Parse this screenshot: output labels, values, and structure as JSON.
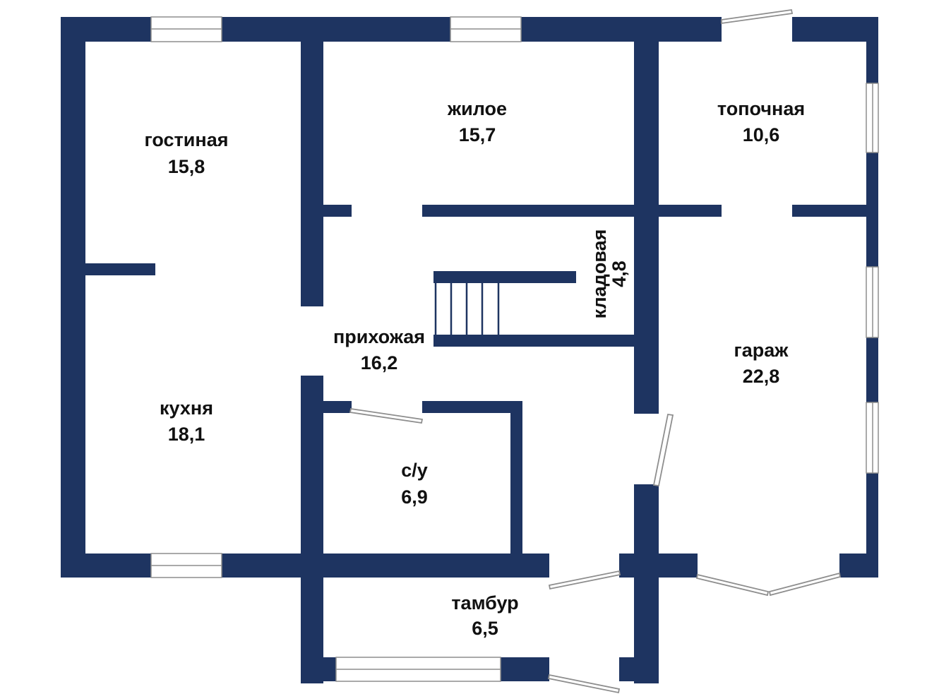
{
  "floor_plan": {
    "colors": {
      "wall": "#1e3461",
      "background": "#ffffff",
      "text": "#111111",
      "opening_outline": "#8e8e8e"
    },
    "rooms": {
      "gostinaya": {
        "name": "гостиная",
        "area": "15,8"
      },
      "zhiloe": {
        "name": "жилое",
        "area": "15,7"
      },
      "topochnaya": {
        "name": "топочная",
        "area": "10,6"
      },
      "kladovaya": {
        "name": "кладовая",
        "area": "4,8"
      },
      "prihozhaya": {
        "name": "прихожая",
        "area": "16,2"
      },
      "garazh": {
        "name": "гараж",
        "area": "22,8"
      },
      "kuhnya": {
        "name": "кухня",
        "area": "18,1"
      },
      "su": {
        "name": "с/у",
        "area": "6,9"
      },
      "tambur": {
        "name": "тамбур",
        "area": "6,5"
      }
    }
  }
}
